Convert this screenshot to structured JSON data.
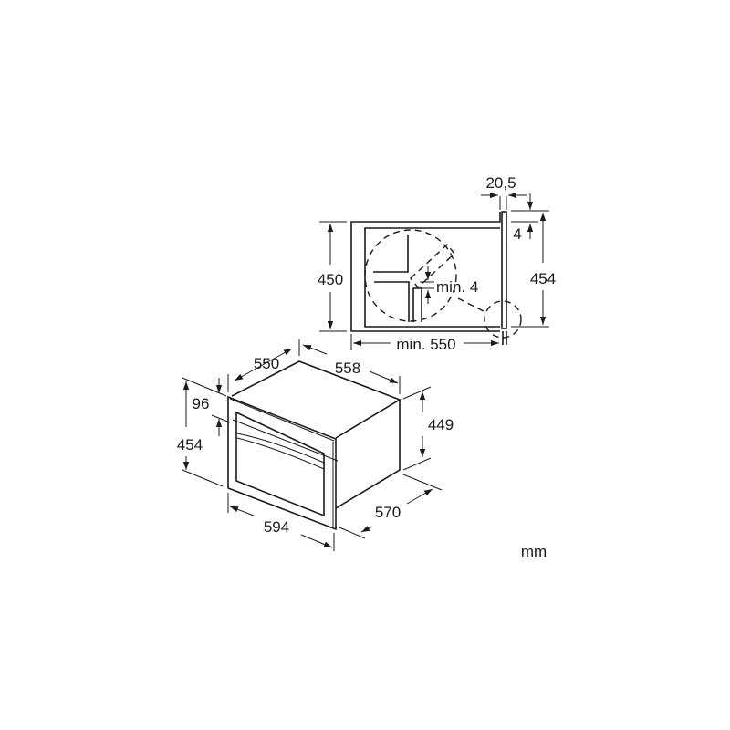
{
  "niche_view": {
    "dims": {
      "panel_thickness": "20,5",
      "offset": "4",
      "niche_height": "450",
      "total_height": "454",
      "gap": "min. 4",
      "niche_depth": "min. 550"
    }
  },
  "appliance_view": {
    "dims": {
      "depth_top": "550",
      "width_back": "558",
      "panel_height": "96",
      "front_height": "454",
      "body_height": "449",
      "front_width": "594",
      "depth_total": "570"
    }
  },
  "unit": "mm",
  "colors": {
    "line": "#1a1a1a",
    "background": "#ffffff"
  }
}
